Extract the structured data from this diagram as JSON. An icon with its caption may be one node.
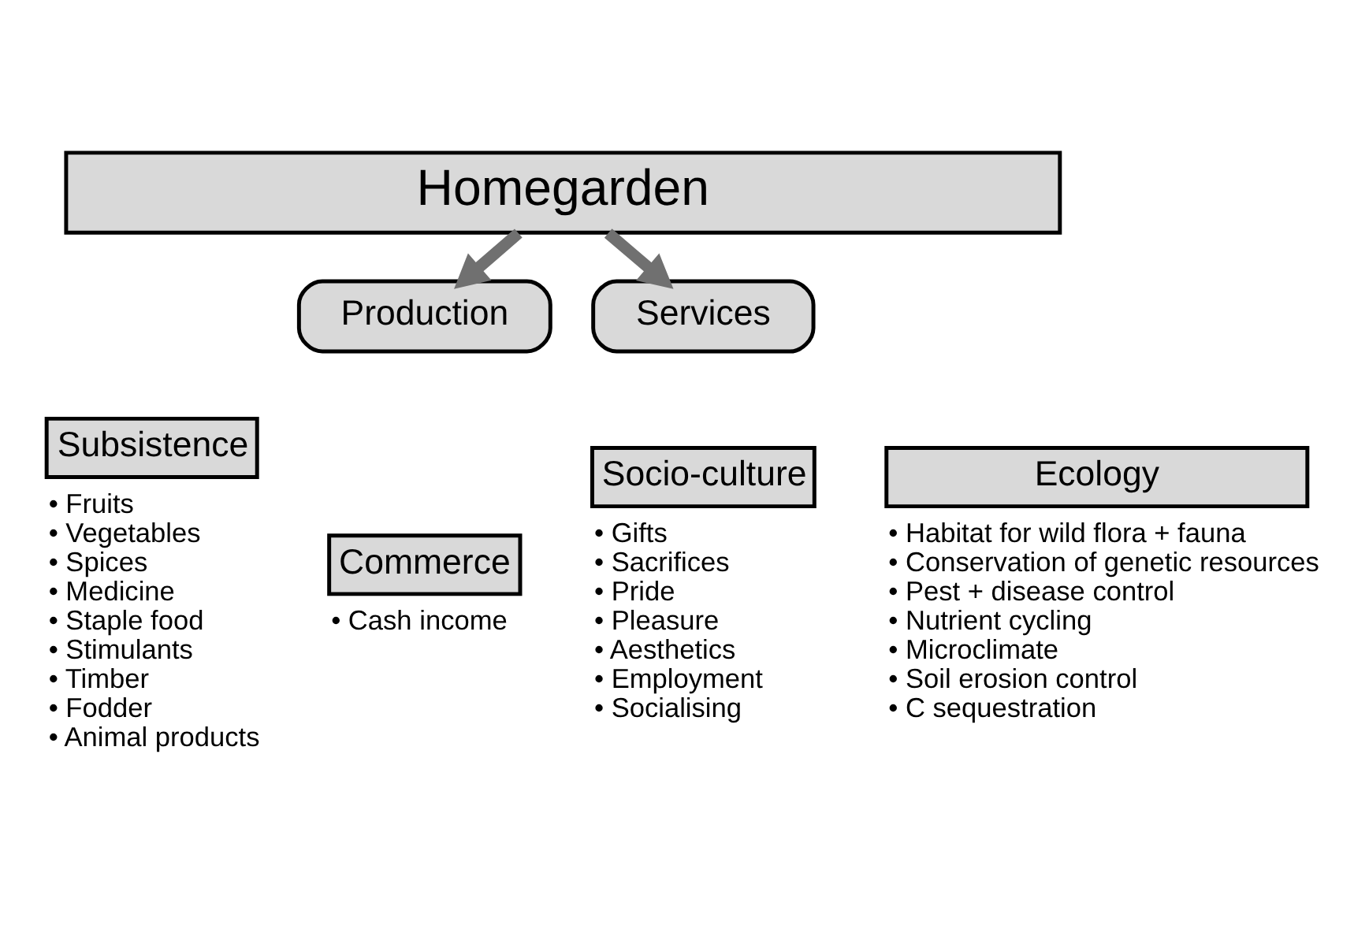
{
  "diagram": {
    "nodes": [
      {
        "text": [
          "Homegarden"
        ]
      },
      {
        "text": [
          "Production"
        ]
      },
      {
        "text": [
          "Services"
        ]
      },
      {
        "text": [
          "Subsistence"
        ],
        "beside": [
          "• Fruits",
          "• Vegetables",
          "• Spices",
          "• Medicine",
          "• Staple food",
          "• Stimulants",
          "• Timber",
          "• Fodder",
          "• Animal products"
        ]
      },
      {
        "text": [
          "Commerce"
        ],
        "beside": [
          "• Cash income"
        ]
      },
      {
        "text": [
          "Socio-culture"
        ],
        "beside": [
          "• Gifts",
          "• Sacrifices",
          "• Pride",
          "• Pleasure",
          "• Aesthetics",
          "• Employment",
          "• Socialising"
        ]
      },
      {
        "text": [
          "Ecology"
        ],
        "beside": [
          "• Habitat for wild flora + fauna",
          "• Conservation of genetic resources",
          "• Pest + disease control",
          "• Nutrient cycling",
          "• Microclimate",
          "• Soil erosion control",
          "• C sequestration"
        ]
      }
    ],
    "edges": [
      {
        "from": 0,
        "to": 1,
        "arrow": "to"
      },
      {
        "from": 0,
        "to": 2,
        "arrow": "to"
      }
    ]
  }
}
